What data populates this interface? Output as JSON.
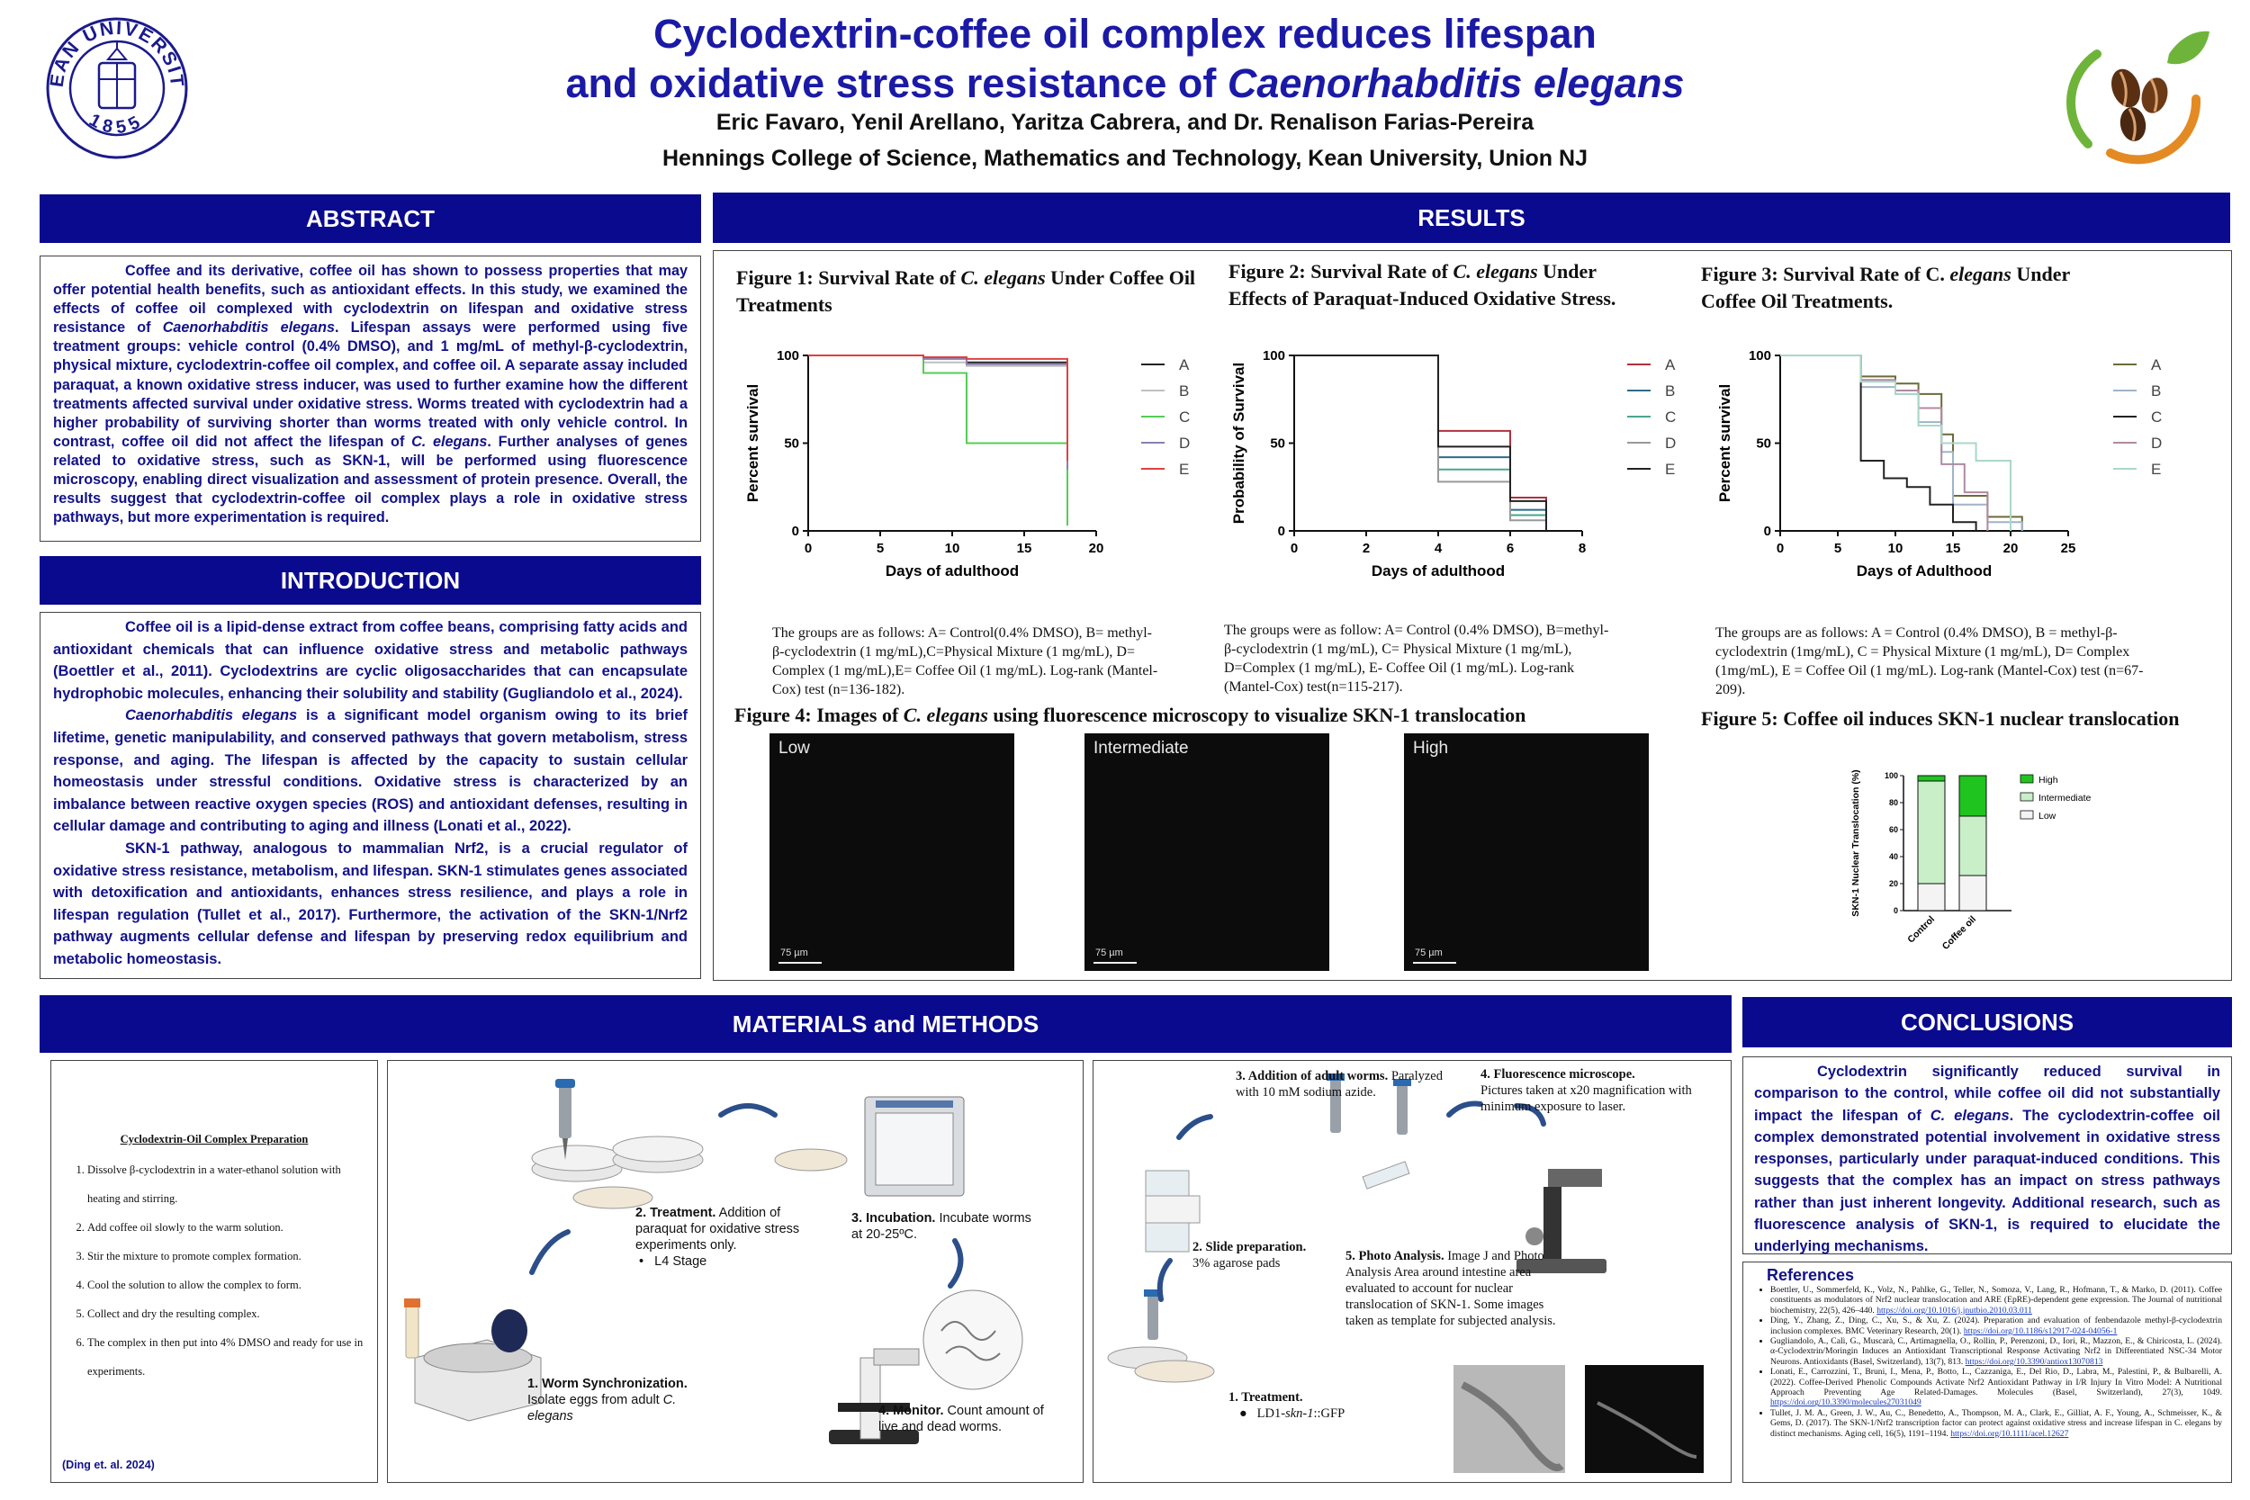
{
  "header": {
    "title_line1": "Cyclodextrin-coffee oil complex reduces lifespan",
    "title_line2_pre": "and oxidative stress resistance of ",
    "title_line2_italic": "Caenorhabditis elegans",
    "authors": "Eric Favaro, Yenil Arellano, Yaritza Cabrera, and Dr. Renalison Farias-Pereira",
    "affiliation": "Hennings College of Science, Mathematics and Technology, Kean University, Union NJ",
    "kean_logo": {
      "top": "KEAN UNIVERSITY",
      "bottom": "1855"
    }
  },
  "abstract": {
    "heading": "ABSTRACT",
    "text": "Coffee and its derivative, coffee oil has shown to possess properties that may offer potential health benefits, such as antioxidant effects. In this study, we examined the effects of coffee oil complexed with cyclodextrin on lifespan and oxidative stress resistance of Caenorhabditis elegans. Lifespan assays were performed using five treatment groups: vehicle control (0.4% DMSO), and 1 mg/mL of methyl-β-cyclodextrin, physical mixture, cyclodextrin-coffee oil complex, and coffee oil. A separate assay included paraquat, a known oxidative stress inducer, was used to further examine how the different treatments affected survival under oxidative stress. Worms treated with cyclodextrin had a higher probability of surviving shorter than worms treated with only vehicle control. In contrast, coffee oil did not affect the lifespan of C. elegans. Further analyses of genes related to oxidative stress, such as SKN-1, will be performed using fluorescence microscopy, enabling direct visualization and assessment of protein presence. Overall, the results suggest that cyclodextrin-coffee oil complex plays a role in oxidative stress pathways, but more experimentation is required."
  },
  "introduction": {
    "heading": "INTRODUCTION",
    "p1": "Coffee oil is a lipid-dense extract from coffee beans, comprising fatty acids and antioxidant chemicals that can influence oxidative stress and metabolic pathways (Boettler et al., 2011). Cyclodextrins are cyclic oligosaccharides that can encapsulate hydrophobic molecules, enhancing their solubility and stability (Gugliandolo et al., 2024).",
    "p2": "Caenorhabditis elegans is a significant model organism owing to its brief lifetime, genetic manipulability, and conserved pathways that govern metabolism, stress response, and aging. The lifespan is affected by the capacity to sustain cellular homeostasis under stressful conditions. Oxidative stress is characterized by an imbalance between reactive oxygen species (ROS) and antioxidant defenses, resulting in cellular damage and contributing to aging and illness (Lonati et al., 2022).",
    "p3": "SKN-1 pathway, analogous to mammalian Nrf2, is a crucial regulator of oxidative stress resistance, metabolism, and lifespan. SKN-1 stimulates genes associated with detoxification and antioxidants, enhances stress resilience, and plays a role in lifespan regulation (Tullet et al., 2017). Furthermore, the activation of the SKN-1/Nrf2 pathway augments cellular defense and lifespan by preserving redox equilibrium and metabolic homeostasis."
  },
  "results": {
    "heading": "RESULTS",
    "fig1": {
      "title_pre": "Figure 1: Survival Rate of ",
      "title_italic": "C. elegans",
      "title_post": " Under Coffee Oil Treatments",
      "caption": "The groups are as follows: A= Control(0.4% DMSO), B= methyl-β-cyclodextrin (1 mg/mL),C=Physical Mixture (1 mg/mL), D= Complex (1 mg/mL),E= Coffee Oil (1 mg/mL). Log-rank (Mantel-Cox) test (n=136-182)."
    },
    "fig2": {
      "title_pre": "Figure 2: Survival Rate of ",
      "title_italic": "C. elegans",
      "title_post": " Under Effects of Paraquat-Induced Oxidative Stress.",
      "caption": "The groups were as follow: A= Control (0.4% DMSO), B=methyl-β-cyclodextrin (1 mg/mL), C= Physical Mixture (1 mg/mL), D=Complex (1 mg/mL), E- Coffee Oil (1 mg/mL). Log-rank (Mantel-Cox) test(n=115-217)."
    },
    "fig3": {
      "title_pre": "Figure 3: Survival Rate of C. ",
      "title_italic": "elegans",
      "title_post": " Under Coffee Oil Treatments.",
      "caption": "The groups are as follows: A = Control (0.4% DMSO), B = methyl-β-cyclodextrin (1mg/mL), C = Physical Mixture (1 mg/mL), D= Complex (1mg/mL), E = Coffee Oil (1 mg/mL). Log-rank (Mantel-Cox) test (n=67-209)."
    },
    "fig4": {
      "title_pre": "Figure 4: Images of ",
      "title_italic": "C. elegans",
      "title_post": " using fluorescence microscopy to visualize SKN-1 translocation",
      "panels": [
        "Low",
        "Intermediate",
        "High"
      ],
      "scale": "75 µm"
    },
    "fig5": {
      "title": "Figure 5: Coffee oil induces SKN-1 nuclear translocation"
    }
  },
  "chart_data": [
    {
      "type": "line",
      "step": true,
      "xlabel": "Days of adulthood",
      "ylabel": "Percent survival",
      "xlim": [
        0,
        20
      ],
      "ylim": [
        0,
        100
      ],
      "xticks": [
        0,
        5,
        10,
        15,
        20
      ],
      "yticks": [
        0,
        50,
        100
      ],
      "legend": "right",
      "series": [
        {
          "name": "A",
          "color": "#222222",
          "x": [
            0,
            8,
            11,
            18,
            18
          ],
          "y": [
            100,
            99,
            96,
            96,
            38
          ]
        },
        {
          "name": "B",
          "color": "#c0c0c0",
          "x": [
            0,
            8,
            11,
            18,
            18
          ],
          "y": [
            100,
            96,
            94,
            94,
            28
          ]
        },
        {
          "name": "C",
          "color": "#55cc55",
          "x": [
            0,
            8,
            11,
            18,
            18
          ],
          "y": [
            100,
            90,
            50,
            50,
            3
          ]
        },
        {
          "name": "D",
          "color": "#8a7fb0",
          "x": [
            0,
            8,
            11,
            18,
            18
          ],
          "y": [
            100,
            98,
            95,
            95,
            35
          ]
        },
        {
          "name": "E",
          "color": "#e04040",
          "x": [
            0,
            8,
            11,
            18,
            18
          ],
          "y": [
            100,
            99,
            98,
            98,
            40
          ]
        }
      ]
    },
    {
      "type": "line",
      "step": true,
      "xlabel": "Days of adulthood",
      "ylabel": "Probability of Survival",
      "xlim": [
        0,
        8
      ],
      "ylim": [
        0,
        100
      ],
      "xticks": [
        0,
        2,
        4,
        6,
        8
      ],
      "yticks": [
        0,
        50,
        100
      ],
      "legend": "right",
      "series": [
        {
          "name": "A",
          "color": "#b03040",
          "x": [
            0,
            4,
            6,
            7
          ],
          "y": [
            100,
            57,
            19,
            0
          ]
        },
        {
          "name": "B",
          "color": "#2e6b8c",
          "x": [
            0,
            4,
            6,
            7
          ],
          "y": [
            100,
            42,
            12,
            0
          ]
        },
        {
          "name": "C",
          "color": "#4aa58f",
          "x": [
            0,
            4,
            6,
            7
          ],
          "y": [
            100,
            35,
            9,
            0
          ]
        },
        {
          "name": "D",
          "color": "#999999",
          "x": [
            0,
            4,
            6,
            7
          ],
          "y": [
            100,
            28,
            6,
            0
          ]
        },
        {
          "name": "E",
          "color": "#222222",
          "x": [
            0,
            4,
            6,
            7
          ],
          "y": [
            100,
            48,
            17,
            0
          ]
        }
      ]
    },
    {
      "type": "line",
      "step": true,
      "xlabel": "Days of Adulthood",
      "ylabel": "Percent survival",
      "xlim": [
        0,
        25
      ],
      "ylim": [
        0,
        100
      ],
      "xticks": [
        0,
        5,
        10,
        15,
        20,
        25
      ],
      "yticks": [
        0,
        50,
        100
      ],
      "legend": "right",
      "series": [
        {
          "name": "A",
          "color": "#6b6b3a",
          "x": [
            0,
            7,
            10,
            12,
            14,
            15,
            18,
            21
          ],
          "y": [
            100,
            88,
            84,
            78,
            55,
            20,
            8,
            0
          ]
        },
        {
          "name": "B",
          "color": "#9fb3c8",
          "x": [
            0,
            7,
            10,
            12,
            14,
            15,
            18,
            21
          ],
          "y": [
            100,
            82,
            78,
            62,
            45,
            15,
            5,
            0
          ]
        },
        {
          "name": "C",
          "color": "#222222",
          "x": [
            0,
            7,
            9,
            11,
            13,
            15,
            17
          ],
          "y": [
            100,
            40,
            30,
            25,
            15,
            5,
            0
          ]
        },
        {
          "name": "D",
          "color": "#b08aa0",
          "x": [
            0,
            7,
            10,
            12,
            14,
            16,
            18
          ],
          "y": [
            100,
            86,
            80,
            70,
            38,
            22,
            0
          ]
        },
        {
          "name": "E",
          "color": "#a8d8c8",
          "x": [
            0,
            7,
            10,
            12,
            14,
            17,
            20
          ],
          "y": [
            100,
            85,
            78,
            60,
            50,
            40,
            0
          ]
        }
      ]
    },
    {
      "type": "bar",
      "stacked": true,
      "ylabel": "SKN-1 Nuclear Translocation (%)",
      "categories": [
        "Control",
        "Coffee oil"
      ],
      "ylim": [
        0,
        100
      ],
      "yticks": [
        0,
        20,
        40,
        60,
        80,
        100
      ],
      "legend": "right",
      "series": [
        {
          "name": "Low",
          "color": "#f4f4f4",
          "values": [
            20,
            26
          ]
        },
        {
          "name": "Intermediate",
          "color": "#c8efc8",
          "values": [
            76,
            44
          ]
        },
        {
          "name": "High",
          "color": "#1fc41f",
          "values": [
            4,
            30
          ]
        }
      ]
    }
  ],
  "methods": {
    "heading": "MATERIALS and METHODS",
    "prep_title": "Cyclodextrin-Oil Complex Preparation",
    "prep_steps": [
      "Dissolve β-cyclodextrin in a water-ethanol solution with heating and stirring.",
      "Add coffee oil slowly to the warm solution.",
      "Stir the mixture to promote complex formation.",
      "Cool the solution to allow the complex to form.",
      "Collect and dry the resulting complex.",
      "The complex in then put into 4% DMSO and ready for use in experiments."
    ],
    "prep_cite": "(Ding et. al. 2024)",
    "cycle": {
      "s1_bold": "1. Worm Synchronization.",
      "s1_text": " Isolate eggs from adult ",
      "s1_italic": "C. elegans",
      "s2_bold": "2. Treatment.",
      "s2_text": " Addition of paraquat for oxidative stress experiments only.",
      "s2_bullet": "L4 Stage",
      "s3_bold": "3. Incubation.",
      "s3_text": " Incubate worms at 20-25ºC.",
      "s4_bold": "4. Monitor.",
      "s4_text": " Count amount of live and dead worms."
    },
    "fluor": {
      "t1_bold": "1. Treatment.",
      "t1_bullet": "LD1-skn-1::GFP",
      "t2_bold": "2. Slide preparation.",
      "t2_text": "3% agarose pads",
      "t3_bold": "3. Addition of adult worms.",
      "t3_text": " Paralyzed with 10 mM sodium azide.",
      "t4_bold": "4. Fluorescence microscope.",
      "t4_text": "Pictures taken at x20 magnification with minimum exposure to laser.",
      "t5_bold": "5. Photo Analysis.",
      "t5_text": " Image J and Photo Analysis Area around intestine area evaluated to account for nuclear translocation of SKN-1. Some images taken as template for subjected analysis."
    }
  },
  "conclusions": {
    "heading": "CONCLUSIONS",
    "text_pre": "Cyclodextrin significantly reduced survival in comparison to the control, while coffee oil did not substantially impact the lifespan of ",
    "text_italic": "C. elegans",
    "text_post": ". The cyclodextrin-coffee oil complex demonstrated potential involvement in oxidative stress responses, particularly under paraquat-induced conditions. This suggests that the complex has an impact on stress pathways rather than just inherent longevity. Additional research, such as fluorescence analysis of SKN-1, is required to elucidate the underlying mechanisms."
  },
  "references": {
    "heading": "References",
    "items": [
      {
        "text": "Boettler, U., Sommerfeld, K., Volz, N., Pahlke, G., Teller, N., Somoza, V., Lang, R., Hofmann, T., & Marko, D. (2011). Coffee constituents as modulators of Nrf2 nuclear translocation and ARE (EpRE)-dependent gene expression. The Journal of nutritional biochemistry, 22(5), 426–440. ",
        "link": "https://doi.org/10.1016/j.jnutbio.2010.03.011"
      },
      {
        "text": "Ding, Y., Zhang, Z., Ding, C., Xu, S., & Xu, Z. (2024). Preparation and evaluation of fenbendazole methyl-β-cyclodextrin inclusion complexes. BMC Veterinary Research, 20(1). ",
        "link": "https://doi.org/10.1186/s12917-024-04056-1"
      },
      {
        "text": "Gugliandolo, A., Calì, G., Muscarà, C., Artimagnella, O., Rollin, P., Perenzoni, D., Iori, R., Mazzon, E., & Chiricosta, L. (2024). α-Cyclodextrin/Moringin Induces an Antioxidant Transcriptional Response Activating Nrf2 in Differentiated NSC-34 Motor Neurons. Antioxidants (Basel, Switzerland), 13(7), 813. ",
        "link": "https://doi.org/10.3390/antiox13070813"
      },
      {
        "text": "Lonati, E., Carrozzini, T., Bruni, I., Mena, P., Botto, L., Cazzaniga, E., Del Rio, D., Labra, M., Palestini, P., & Bulbarelli, A. (2022). Coffee-Derived Phenolic Compounds Activate Nrf2 Antioxidant Pathway in I/R Injury In Vitro Model: A Nutritional Approach Preventing Age Related-Damages. Molecules (Basel, Switzerland), 27(3), 1049. ",
        "link": "https://doi.org/10.3390/molecules27031049"
      },
      {
        "text": "Tullet, J. M. A., Green, J. W., Au, C., Benedetto, A., Thompson, M. A., Clark, E., Gilliat, A. F., Young, A., Schmeisser, K., & Gems, D. (2017). The SKN-1/Nrf2 transcription factor can protect against oxidative stress and increase lifespan in C. elegans by distinct mechanisms. Aging cell, 16(5), 1191–1194. ",
        "link": "https://doi.org/10.1111/acel.12627"
      }
    ]
  }
}
